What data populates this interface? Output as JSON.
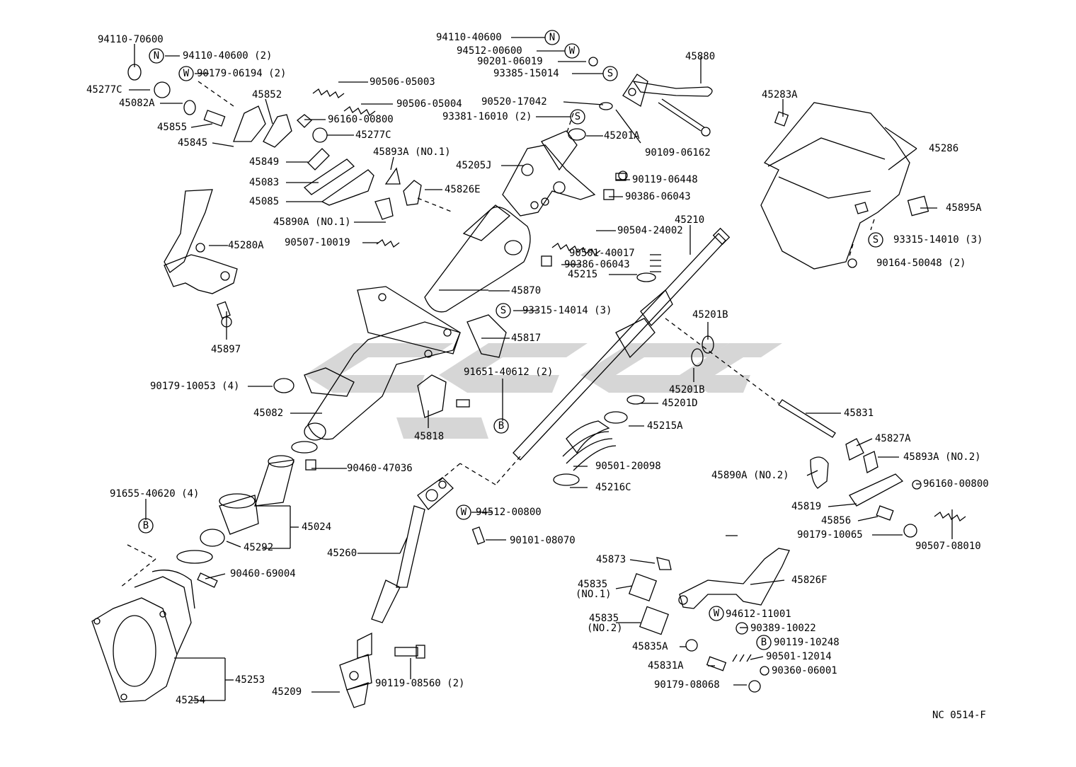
{
  "diagram": {
    "reference_code": "NC 0514-F",
    "watermark_color": "#d0d0d0",
    "line_color": "#000000",
    "symbols": {
      "N": "N",
      "W": "W",
      "S": "S",
      "B": "B"
    },
    "callouts": {
      "p94110_70600": "94110-70600",
      "p94110_40600_2": "94110-40600 (2)",
      "p90179_06194_2": "90179-06194 (2)",
      "p45277C_a": "45277C",
      "p45082A": "45082A",
      "p45855": "45855",
      "p45845": "45845",
      "p45852": "45852",
      "p90506_05003": "90506-05003",
      "p90506_05004": "90506-05004",
      "p96160_00800_a": "96160-00800",
      "p45277C_b": "45277C",
      "p45849": "45849",
      "p45083": "45083",
      "p45085": "45085",
      "p45890A_no1": "45890A (NO.1)",
      "p90507_10019": "90507-10019",
      "p45893A_no1": "45893A (NO.1)",
      "p45826E": "45826E",
      "p45280A": "45280A",
      "p45897": "45897",
      "p94110_40600": "94110-40600",
      "p94512_00600": "94512-00600",
      "p90201_06019": "90201-06019",
      "p93385_15014": "93385-15014",
      "p90520_17042": "90520-17042",
      "p93381_16010_2": "93381-16010 (2)",
      "p45880": "45880",
      "p45201A": "45201A",
      "p90109_06162": "90109-06162",
      "p45205J": "45205J",
      "p90119_06448": "90119-06448",
      "p90386_06043_a": "90386-06043",
      "p45210": "45210",
      "p90504_24002": "90504-24002",
      "p90501_40017": "90501-40017",
      "p90386_06043_b": "90386-06043",
      "p45215": "45215",
      "p45870": "45870",
      "p93315_14014_3": "93315-14014 (3)",
      "p45817": "45817",
      "p45283A": "45283A",
      "p45286": "45286",
      "p45895A": "45895A",
      "p93315_14010_3": "93315-14010 (3)",
      "p90164_50048_2": "90164-50048 (2)",
      "p45201B_a": "45201B",
      "p45201B_b": "45201B",
      "p45201D": "45201D",
      "p90179_10053_4": "90179-10053 (4)",
      "p91651_40612_2": "91651-40612 (2)",
      "p45082": "45082",
      "p45818": "45818",
      "p45215A": "45215A",
      "p45831": "45831",
      "p45827A": "45827A",
      "p45893A_no2": "45893A (NO.2)",
      "p45890A_no2": "45890A (NO.2)",
      "p96160_00800_b": "96160-00800",
      "p45819": "45819",
      "p45856": "45856",
      "p90179_10065": "90179-10065",
      "p90507_08010": "90507-08010",
      "p90460_47036": "90460-47036",
      "p90501_20098": "90501-20098",
      "p45216C": "45216C",
      "p91655_40620_4": "91655-40620 (4)",
      "p45024": "45024",
      "p45292": "45292",
      "p94512_00800": "94512-00800",
      "p90101_08070": "90101-08070",
      "p45260": "45260",
      "p90460_69004": "90460-69004",
      "p45873": "45873",
      "p45835_no1_a": "45835",
      "p45835_no1_b": "(NO.1)",
      "p45835_no2_a": "45835",
      "p45835_no2_b": "(NO.2)",
      "p45826F": "45826F",
      "p94612_11001": "94612-11001",
      "p90389_10022": "90389-10022",
      "p45835A": "45835A",
      "p90119_10248": "90119-10248",
      "p45831A": "45831A",
      "p90501_12014": "90501-12014",
      "p90179_08068": "90179-08068",
      "p90360_06001": "90360-06001",
      "p45253": "45253",
      "p45254": "45254",
      "p45209": "45209",
      "p90119_08560_2": "90119-08560 (2)"
    }
  }
}
